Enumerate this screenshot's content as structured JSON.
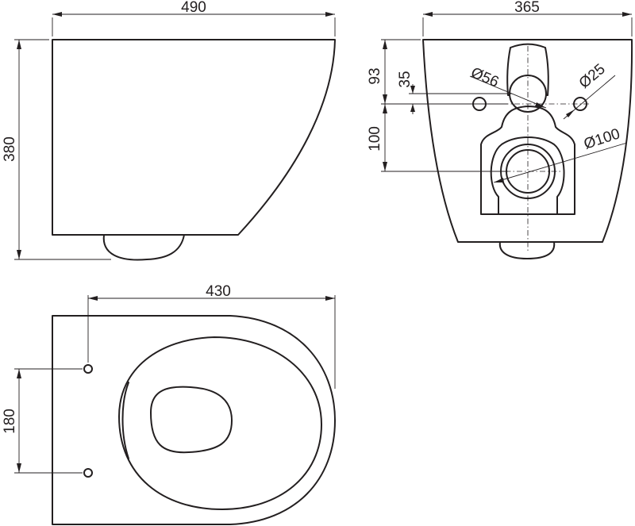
{
  "dimensions": {
    "side_width": "490",
    "side_height": "380",
    "rear_width": "365",
    "rear_height_top": "93",
    "rear_height_mid": "35",
    "rear_height_low": "100",
    "diameter_small_pipe": "Ø56",
    "diameter_bolt": "Ø25",
    "diameter_outlet": "Ø100",
    "top_length": "430",
    "top_bolt_spacing": "180"
  },
  "colors": {
    "line": "#231f20",
    "background": "#ffffff"
  }
}
